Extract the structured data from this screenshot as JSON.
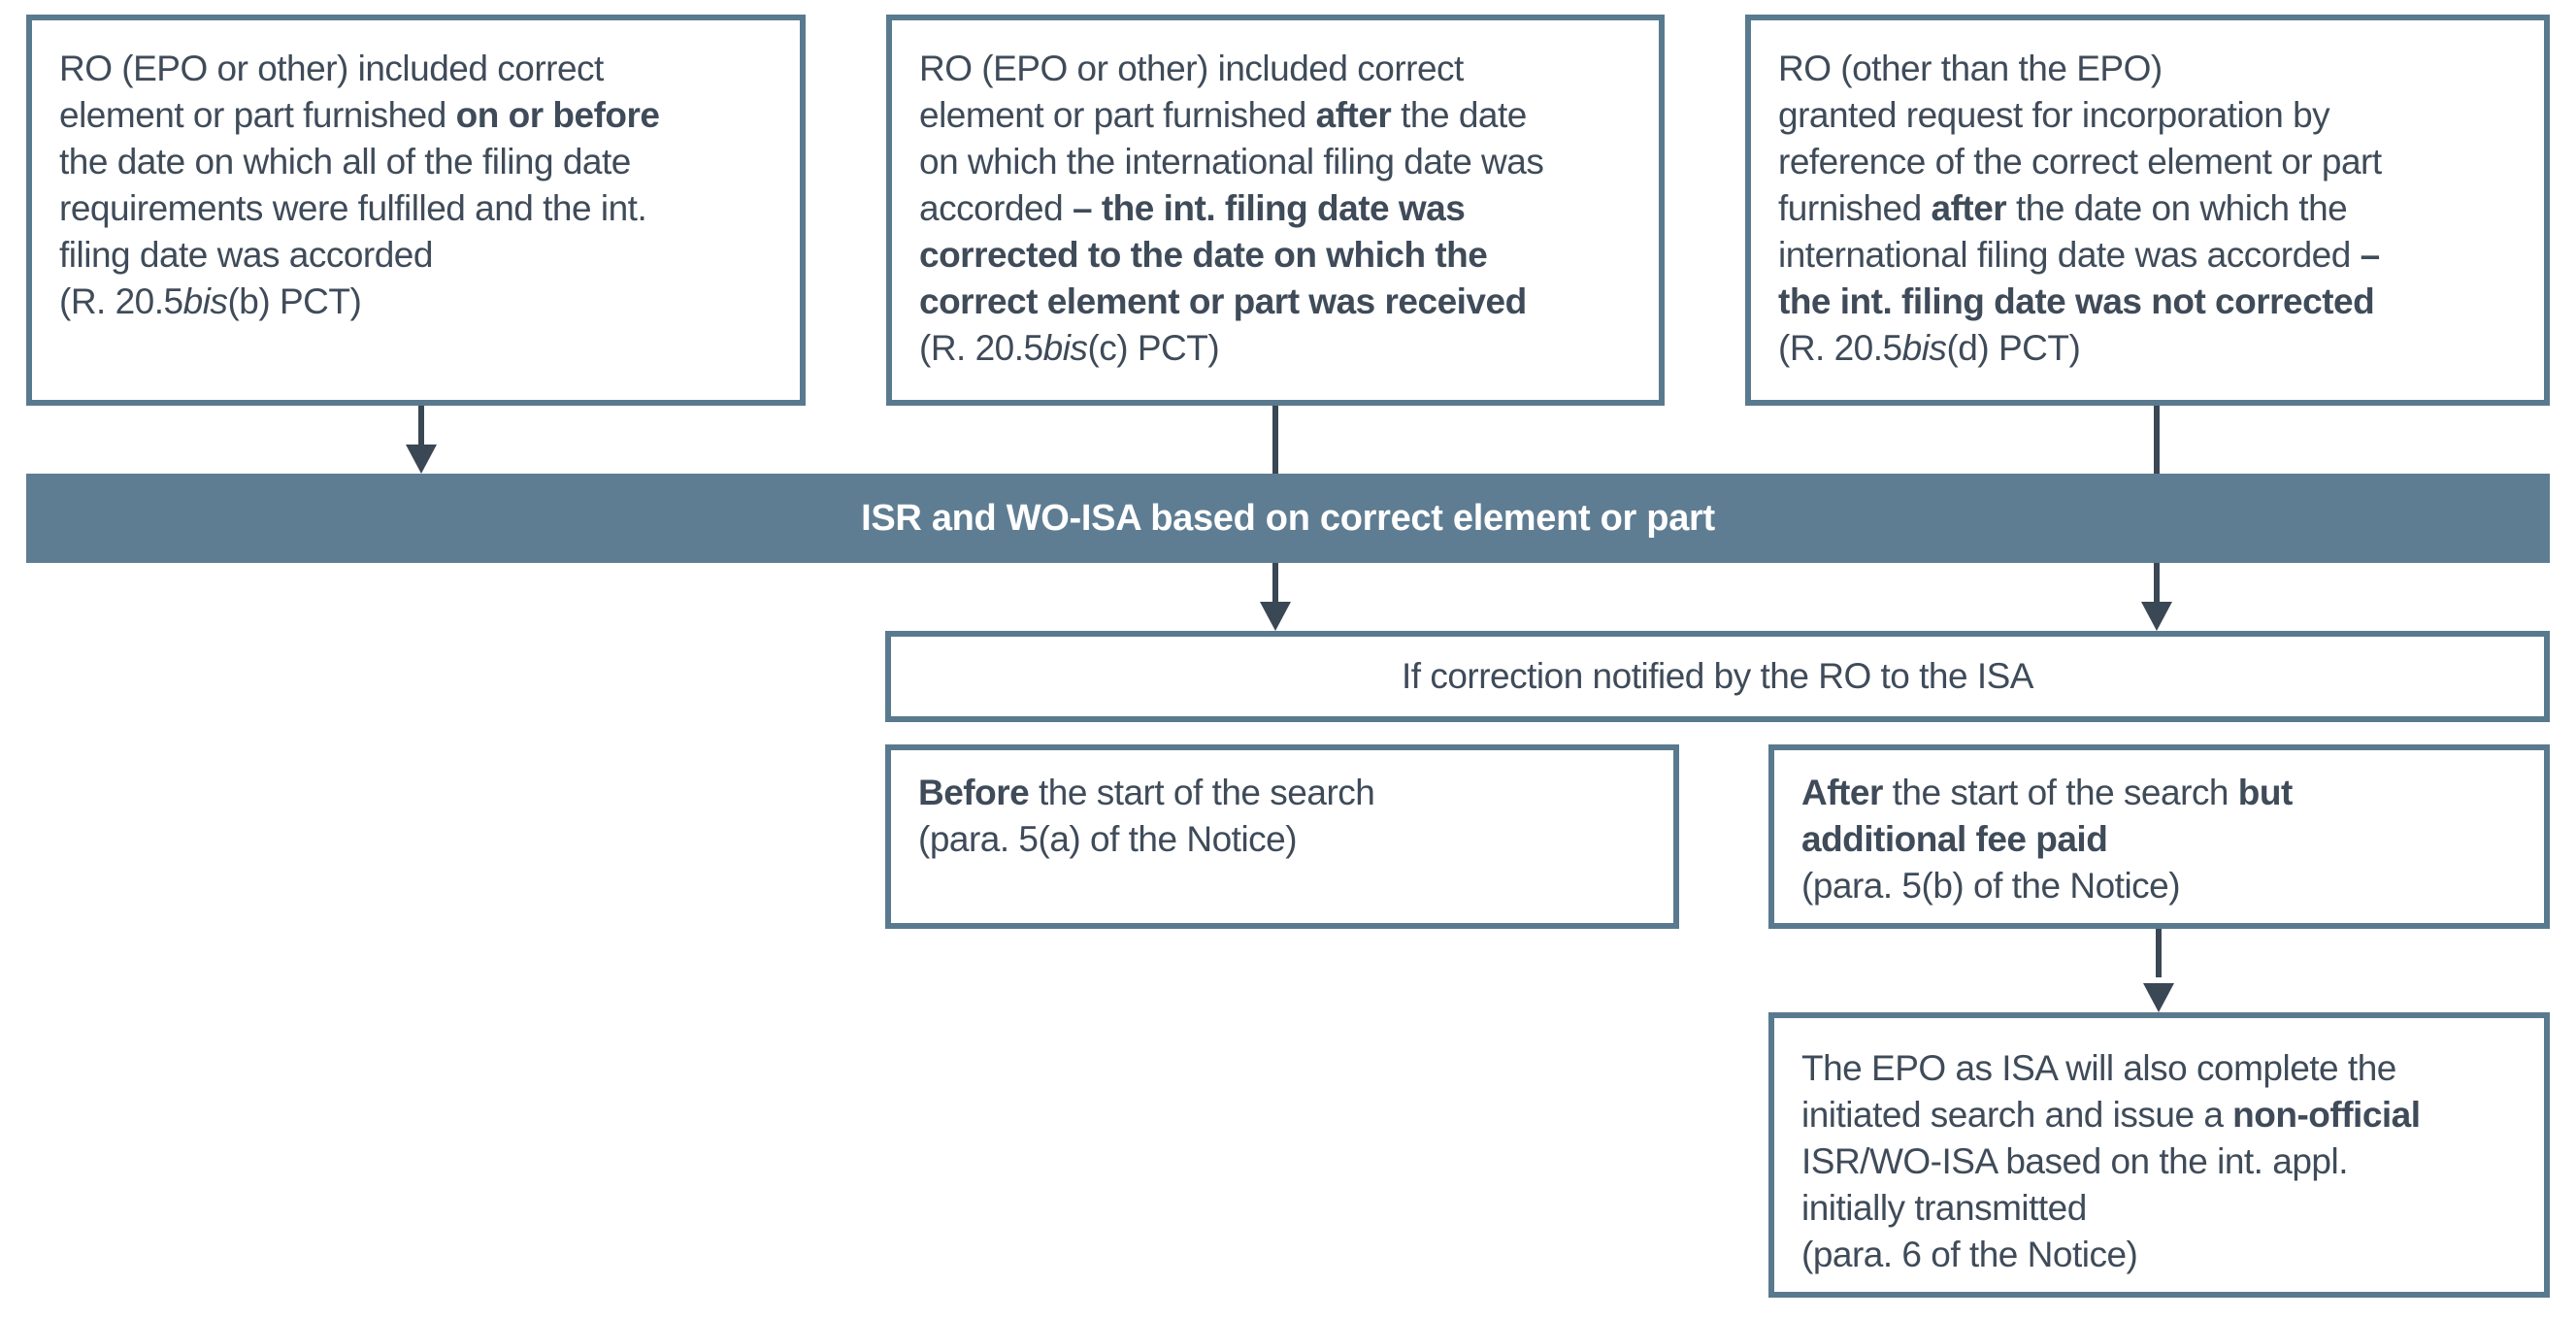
{
  "colors": {
    "box_border": "#597a8e",
    "bar_bg": "#5e7d93",
    "bar_text": "#ffffff",
    "text": "#3f4b59",
    "arrow": "#3a4754",
    "page_bg": "#ffffff"
  },
  "boxes": {
    "top_left": {
      "segments": [
        {
          "t": "RO (EPO or other) included correct\nelement or part furnished "
        },
        {
          "t": "on or before",
          "b": true
        },
        {
          "t": "\nthe date on which all of the filing date\nrequirements were fulfilled and the int.\nfiling date was accorded\n(R. 20.5"
        },
        {
          "t": "bis",
          "i": true
        },
        {
          "t": "(b) PCT)"
        }
      ]
    },
    "top_middle": {
      "segments": [
        {
          "t": "RO (EPO or other) included correct\nelement or part furnished "
        },
        {
          "t": "after",
          "b": true
        },
        {
          "t": " the date\non which the international filing date was\naccorded "
        },
        {
          "t": "– the int. filing date was\ncorrected to the date on which the\ncorrect element or part was received",
          "b": true
        },
        {
          "t": "\n(R. 20.5"
        },
        {
          "t": "bis",
          "i": true
        },
        {
          "t": "(c) PCT)"
        }
      ]
    },
    "top_right": {
      "segments": [
        {
          "t": "RO (other than the EPO)\ngranted request for incorporation by\nreference of the correct element or part\nfurnished "
        },
        {
          "t": "after",
          "b": true
        },
        {
          "t": " the date on which the\ninternational filing date was accorded "
        },
        {
          "t": "–\nthe int. filing date was not corrected",
          "b": true
        },
        {
          "t": "\n(R. 20.5"
        },
        {
          "t": "bis",
          "i": true
        },
        {
          "t": "(d) PCT)"
        }
      ]
    },
    "bar": {
      "label": "ISR and WO-ISA based on correct element or part"
    },
    "correction_notified": {
      "label": "If correction notified by the RO to the ISA"
    },
    "before_search": {
      "segments": [
        {
          "t": "Before",
          "b": true
        },
        {
          "t": " the start of the search\n(para. 5(a) of the Notice)"
        }
      ]
    },
    "after_search": {
      "segments": [
        {
          "t": "After",
          "b": true
        },
        {
          "t": " the start of the search "
        },
        {
          "t": "but\nadditional fee paid",
          "b": true
        },
        {
          "t": "\n(para. 5(b) of the Notice)"
        }
      ]
    },
    "non_official": {
      "segments": [
        {
          "t": "The EPO as ISA will also complete the\ninitiated search and issue a "
        },
        {
          "t": "non-official",
          "b": true
        },
        {
          "t": "\nISR/WO-ISA based on the int. appl.\ninitially transmitted\n(para. 6 of the Notice)"
        }
      ]
    }
  }
}
